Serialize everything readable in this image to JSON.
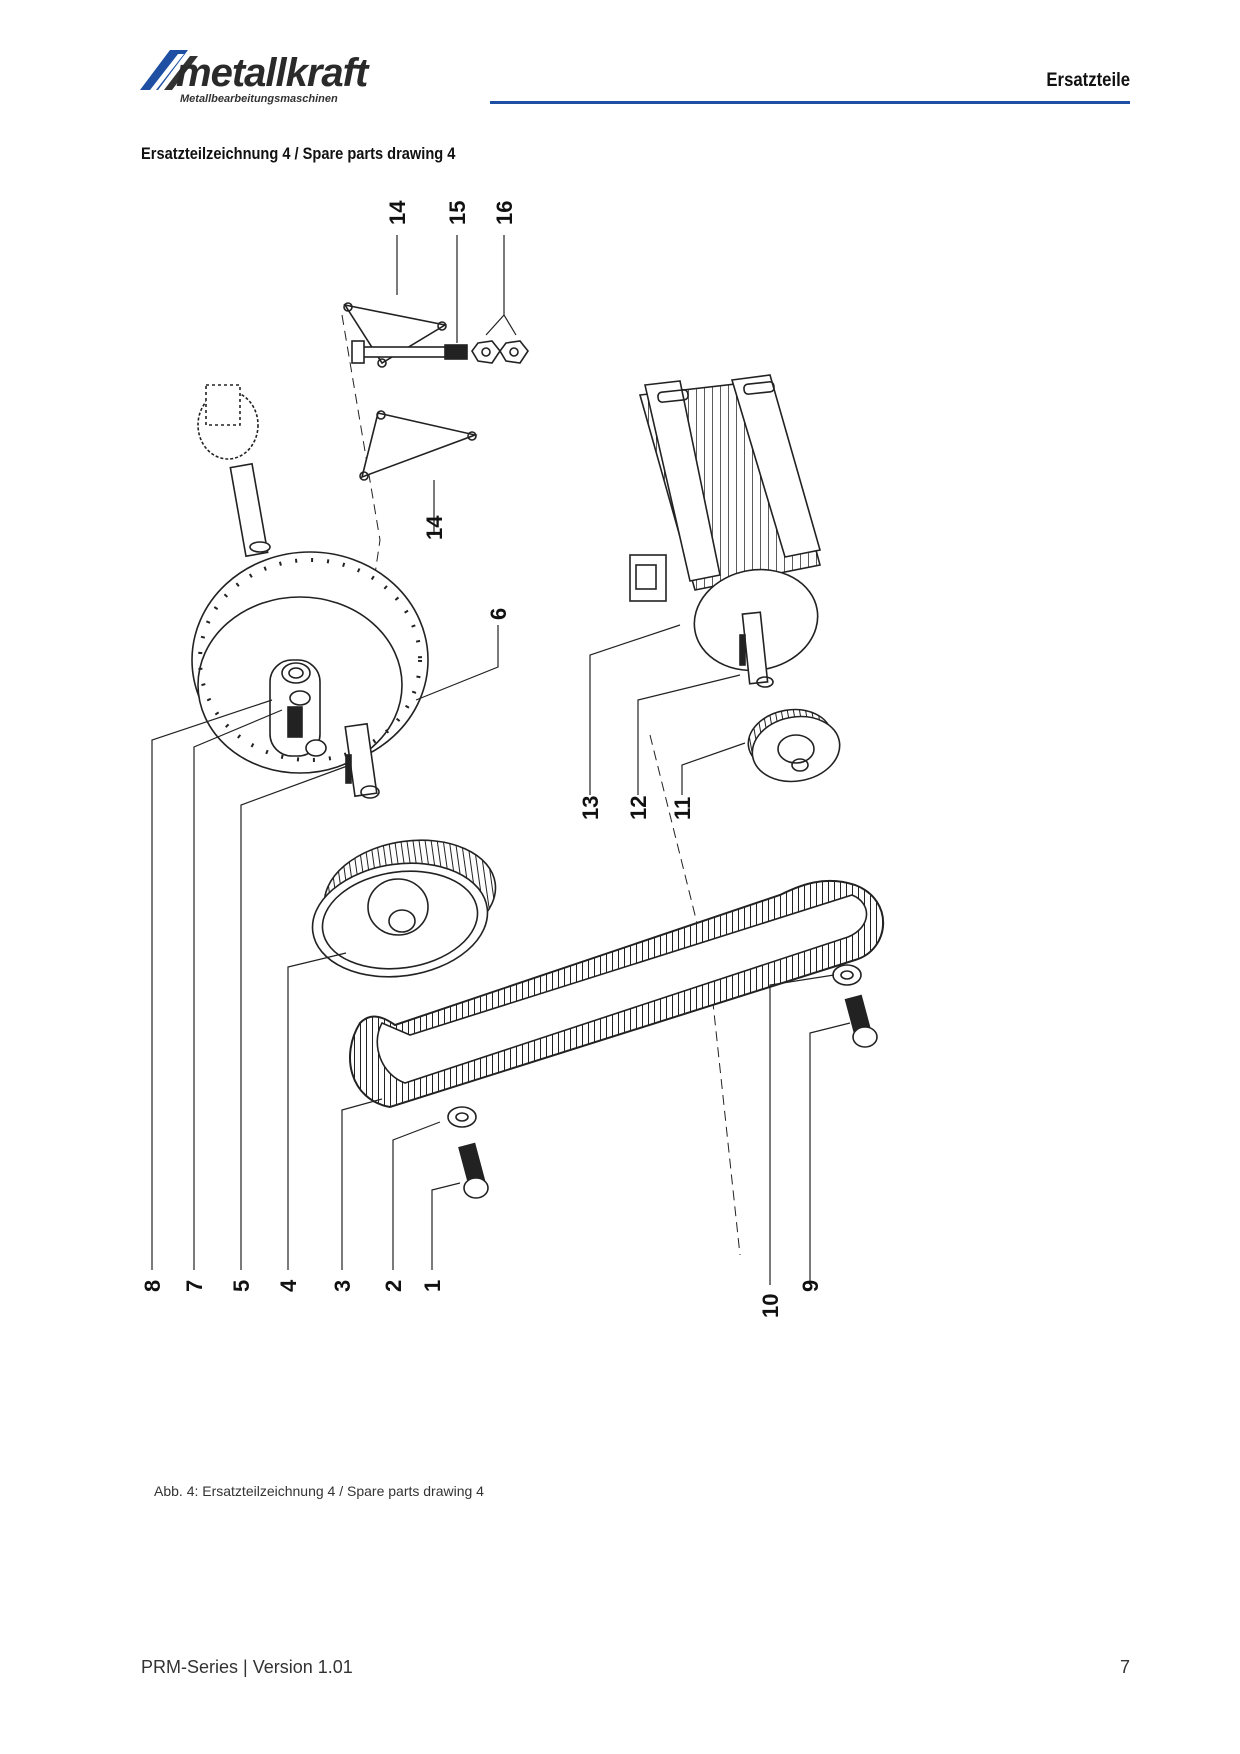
{
  "header": {
    "brand": "metallkraft",
    "brand_tagline": "Metallbearbeitungsmaschinen",
    "section": "Ersatzteile",
    "rule_color": "#1e4fa3"
  },
  "page_title": "Ersatzteilzeichnung 4 / Spare parts drawing 4",
  "drawing": {
    "callouts": [
      "1",
      "2",
      "3",
      "4",
      "5",
      "6",
      "7",
      "8",
      "9",
      "10",
      "11",
      "12",
      "13",
      "14",
      "15",
      "16"
    ]
  },
  "caption": "Abb. 4: Ersatzteilzeichnung 4 / Spare parts drawing 4",
  "footer": {
    "left": "PRM-Series | Version 1.01",
    "page_number": "7"
  }
}
